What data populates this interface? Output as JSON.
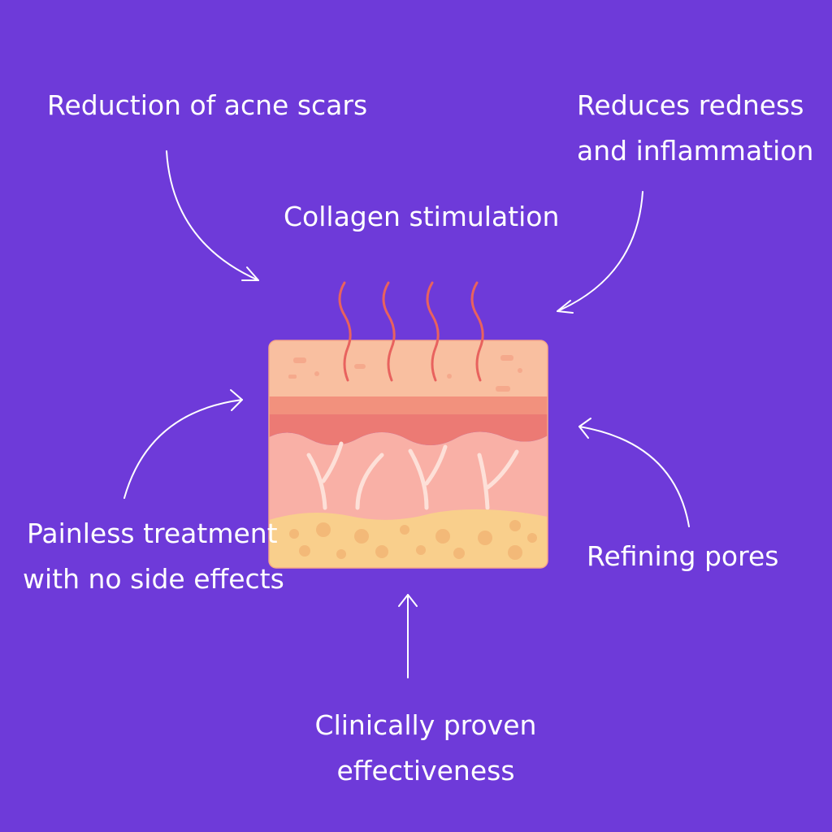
{
  "colors": {
    "background": "#6e3ad9",
    "text": "#ffffff",
    "arrow": "#ffffff",
    "skin_top": "#f9bfa0",
    "skin_band": "#f28a7c",
    "dermis": "#f9b0a6",
    "fat": "#f9cf8c",
    "fibers": "#e8625e"
  },
  "labels": {
    "acne_scars": "Reduction of acne scars",
    "redness_line1": "Reduces redness",
    "redness_line2": "and inflammation",
    "collagen": "Collagen stimulation",
    "painless_line1": "Painless treatment",
    "painless_line2": "with no side effects",
    "pores": "Refining  pores",
    "clinical_line1": "Clinically proven",
    "clinical_line2": "effectiveness"
  },
  "icons": {
    "skin": "skin-cross-section-icon",
    "arrow": "curved-arrow-icon"
  }
}
